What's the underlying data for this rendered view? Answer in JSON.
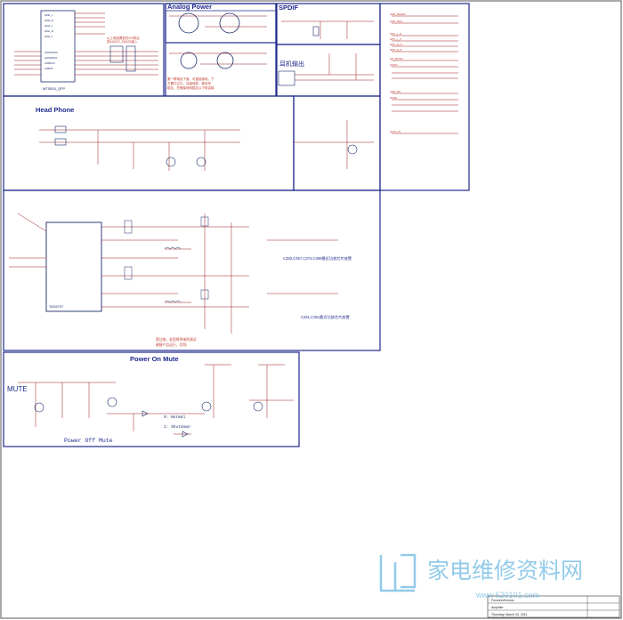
{
  "sections": {
    "analog_power": "Analog Power",
    "spdif": "SPDIF",
    "head_phone": "Head Phone",
    "power_on_mute": "Power On Mute",
    "mute": "MUTE",
    "power_off_mute": "Power Off Mute"
  },
  "notes": {
    "cap_note_1": "C250,C257,C374,C398靠近功放芯片放置",
    "cap_note_2": "C251,C351靠近功放芯片放置",
    "earphone_out": "耳机输出",
    "normal": "0: Normal",
    "shutdown": "1: Shutdown"
  },
  "ic_labels": {
    "u1": "MT5505_QFP",
    "u_amp": "TAS5707"
  },
  "colors": {
    "frame": "#1f2a8c",
    "wire": "#9e1a1a",
    "component": "#1a2b6b",
    "net_label": "#c0392b"
  },
  "watermark": {
    "text": "家电维修资料网",
    "url": "www.520101.com",
    "icon": "book-logo-icon"
  },
  "title_block": {
    "company": "Foxconn/Innolux",
    "title": "Amplifier",
    "date": "Thursday, March 03, 2011"
  }
}
